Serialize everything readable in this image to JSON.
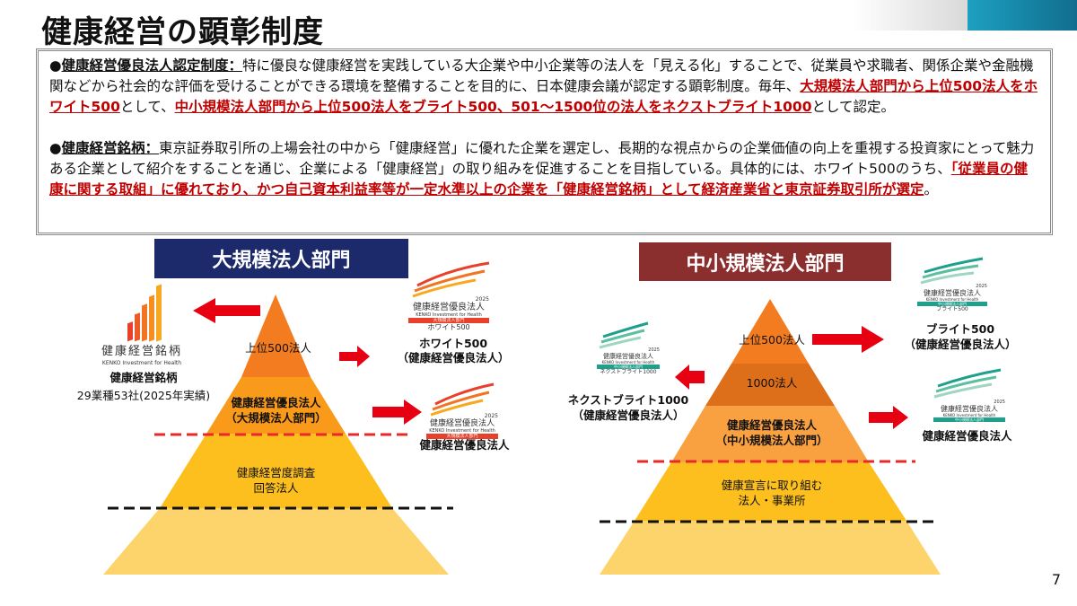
{
  "title": "健康経営の顕彰制度",
  "description": {
    "p1": {
      "heading": "健康経営優良法人認定制度：",
      "text1": "特に優良な健康経営を実践している大企業や中小企業等の法人を「見える化」することで、従業員や求職者、関係企業や金融機関などから社会的な評価を受けることができる環境を整備することを目的に、日本健康会議が認定する顕彰制度。毎年、",
      "red1": "大規模法人部門から上位500法人をホワイト500",
      "text2": "として、",
      "red2": "中小規模法人部門から上位500法人をブライト500、501～1500位の法人をネクストブライト1000",
      "text3": "として認定。"
    },
    "p2": {
      "heading": "健康経営銘柄：",
      "text1": "東京証券取引所の上場会社の中から「健康経営」に優れた企業を選定し、長期的な視点からの企業価値の向上を重視する投資家にとって魅力ある企業として紹介をすることを通じ、企業による「健康経営」の取り組みを促進することを目指している。具体的には、ホワイト500のうち、",
      "red1": "「従業員の健康に関する取組」に優れており、かつ自己資本利益率等が一定水準以上の企業を「健康経営銘柄」として経済産業省と東京証券取引所が選定",
      "text2": "。"
    }
  },
  "large": {
    "header": "大規模法人部門",
    "tiers": [
      "上位500法人",
      "健康経営優良法人\n（大規模法人部門）",
      "健康経営度調査\n回答法人"
    ],
    "meigara": {
      "logo_text": "健康経営銘柄",
      "logo_sub": "KENKO Investment for Health",
      "label": "健康経営銘柄",
      "count": "29業種53社(2025年実績)"
    },
    "white500": {
      "logo_year": "2025",
      "logo_text": "健康経営優良法人",
      "logo_sub": "KENKO Investment for Health",
      "logo_band": "大規模法人部門",
      "logo_name": "ホワイト500",
      "label1": "ホワイト500",
      "label2": "（健康経営優良法人）"
    },
    "certified": {
      "logo_year": "2025",
      "logo_text": "健康経営優良法人",
      "logo_sub": "KENKO Investment for Health",
      "logo_band": "大規模法人部門",
      "label": "健康経営優良法人"
    }
  },
  "small": {
    "header": "中小規模法人部門",
    "tiers": [
      "上位500法人",
      "1000法人",
      "健康経営優良法人\n（中小規模法人部門）",
      "健康宣言に取り組む\n法人・事業所"
    ],
    "bright500": {
      "logo_year": "2025",
      "logo_text": "健康経営優良法人",
      "logo_sub": "KENKO Investment for Health",
      "logo_band": "中小規模法人部門",
      "logo_name": "ブライト500",
      "label1": "ブライト500",
      "label2": "（健康経営優良法人）"
    },
    "next1000": {
      "logo_year": "2025",
      "logo_text": "健康経営優良法人",
      "logo_sub": "KENKO Investment for Health",
      "logo_band": "中小規模法人部門",
      "logo_name": "ネクストブライト1000",
      "label1": "ネクストブライト1000",
      "label2": "（健康経営優良法人）"
    },
    "certified": {
      "logo_year": "2025",
      "logo_text": "健康経営優良法人",
      "logo_sub": "KENKO Investment for Health",
      "logo_band": "中小規模法人部門",
      "label": "健康経営優良法人"
    }
  },
  "page_number": "7",
  "colors": {
    "navy": "#1c2a6b",
    "brown": "#8b2e2e",
    "red": "#c00000",
    "orange": "#f47c20",
    "teal": "#1ea0c0"
  }
}
